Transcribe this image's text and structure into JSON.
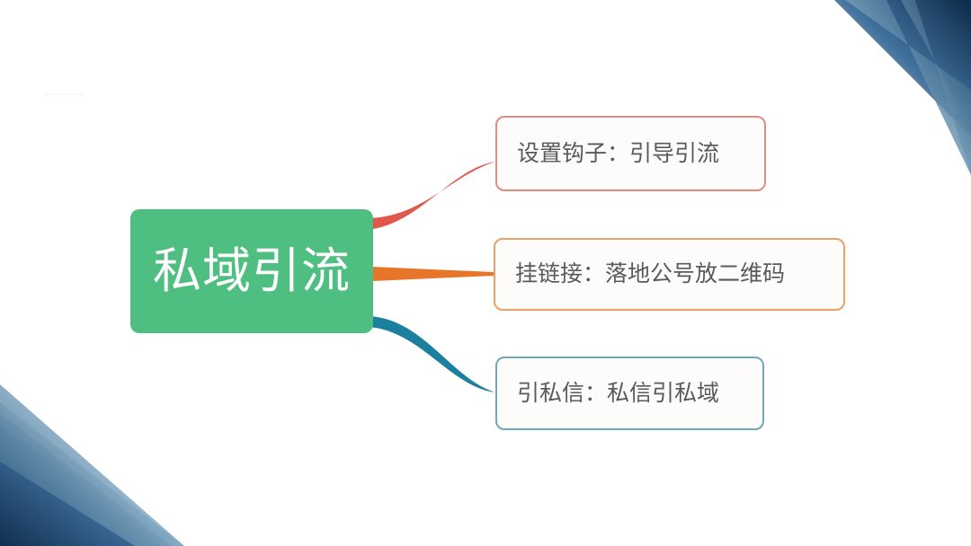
{
  "slide": {
    "background_color": "#ffffff",
    "title_text": "私域引流"
  },
  "central_node": {
    "label": "私域引流",
    "fill_color": "#4fbe81",
    "text_color": "#ffffff"
  },
  "branches": [
    {
      "label": "设置钩子：引导引流",
      "accent_color": "#e2574c",
      "border_color": "#e58a80",
      "fill_color": "#fdfcfb",
      "text_color": "#5a5a5a"
    },
    {
      "label": "挂链接：落地公号放二维码",
      "accent_color": "#e8762a",
      "border_color": "#e8a268",
      "fill_color": "#fdfcfb",
      "text_color": "#5a5a5a"
    },
    {
      "label": "引私信：私信引私域",
      "accent_color": "#1b7f9e",
      "border_color": "#6fa9bd",
      "fill_color": "#fdfcfb",
      "text_color": "#5a5a5a"
    }
  ],
  "decorations": {
    "top_right": {
      "name": "corner-triangle-top-right",
      "color_dark": "#103050",
      "color_mid": "#4a7ca8",
      "color_light": "#cfdde8"
    },
    "bottom_left": {
      "name": "corner-triangle-bottom-left",
      "color_dark": "#123a63",
      "color_mid": "#5183ae",
      "color_light": "#d8e3ed"
    }
  }
}
